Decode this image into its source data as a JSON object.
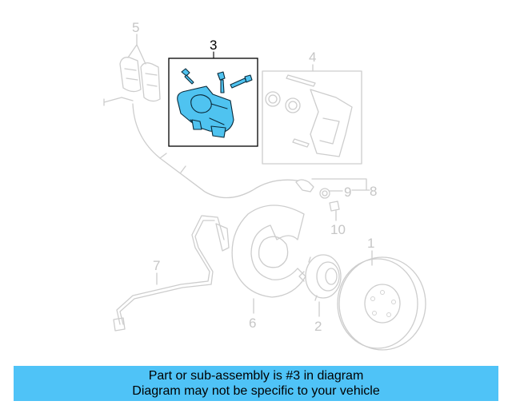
{
  "callouts": {
    "c1": "1",
    "c2": "2",
    "c3": "3",
    "c4": "4",
    "c5": "5",
    "c6": "6",
    "c7": "7",
    "c8": "8",
    "c9": "9",
    "c10": "10"
  },
  "highlighted_part": "3",
  "colors": {
    "highlight": "#4fc3f0",
    "banner": "#4fc3f7",
    "ghost": "#cdcdcd"
  },
  "banner": {
    "line1": "Part or sub-assembly is #3 in diagram",
    "line2": "Diagram may not be specific to your vehicle"
  }
}
